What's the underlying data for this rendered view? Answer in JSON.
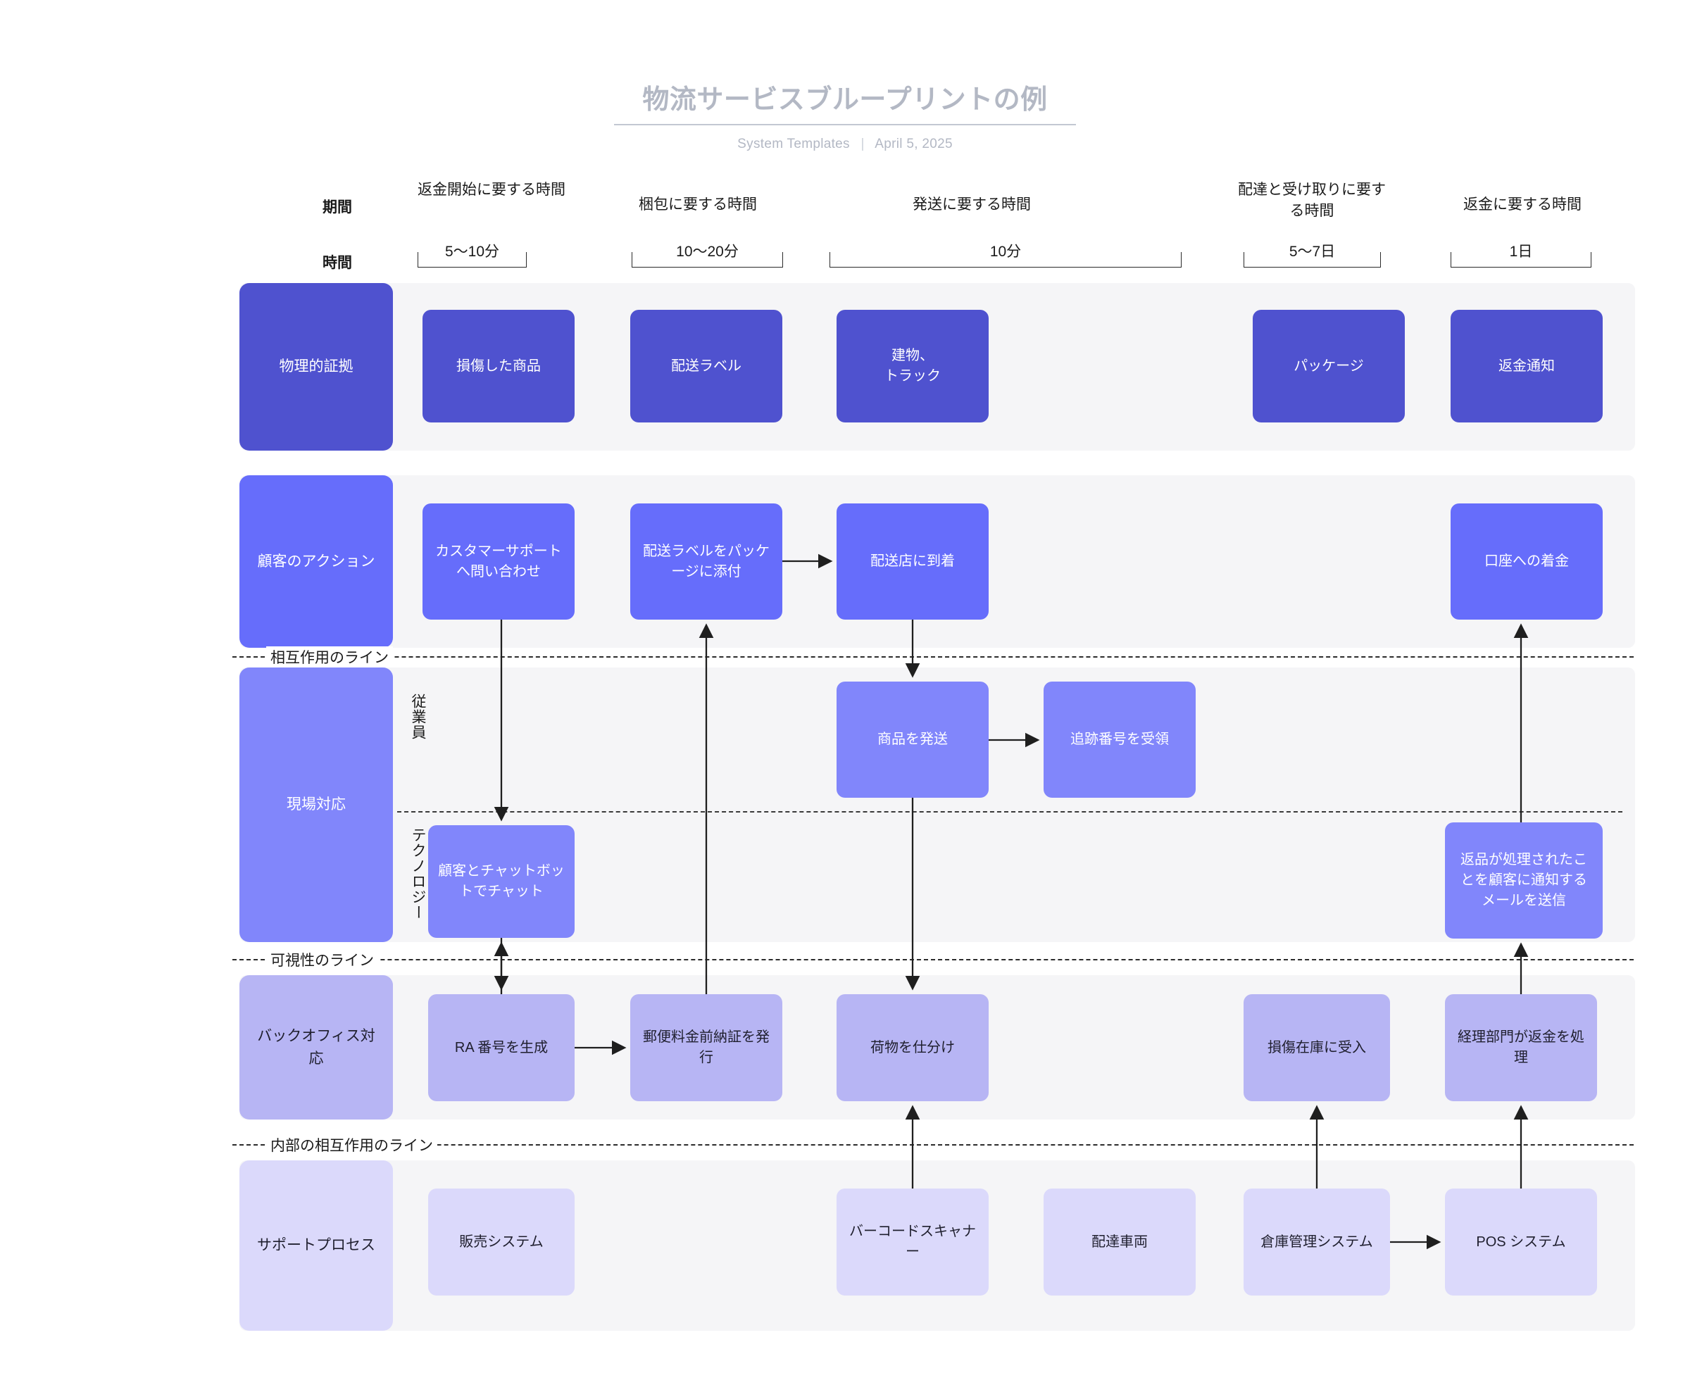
{
  "header": {
    "title": "物流サービスブループリントの例",
    "source": "System Templates",
    "divider": "|",
    "date": "April 5, 2025"
  },
  "timeline": {
    "row_labels": {
      "period": "期間",
      "time": "時間"
    },
    "columns": [
      {
        "period": "返金開始に要する時間",
        "time": "5〜10分"
      },
      {
        "period": "梱包に要する時間",
        "time": "10〜20分"
      },
      {
        "period": "発送に要する時間",
        "time": "10分"
      },
      {
        "period": "配達と受け取りに要する時間",
        "time": "5〜7日"
      },
      {
        "period": "返金に要する時間",
        "time": "1日"
      }
    ]
  },
  "colors": {
    "band_bg": "#f5f5f7",
    "evidence": "#4f52cf",
    "customer": "#666dfb",
    "onstage": "#8186fb",
    "backoffice": "#b7b5f4",
    "support": "#dbd9fb",
    "title_text": "#b3b8c4",
    "line": "#2b2b2b"
  },
  "lanes": [
    {
      "name": "physical-evidence",
      "label": "物理的証拠"
    },
    {
      "name": "customer-actions",
      "label": "顧客のアクション"
    },
    {
      "name": "onstage",
      "label": "現場対応"
    },
    {
      "name": "backstage",
      "label": "バックオフィス対応"
    },
    {
      "name": "support-process",
      "label": "サポートプロセス"
    }
  ],
  "sublanes": {
    "employee": "従業員",
    "technology": "テクノロジー"
  },
  "divider_lines": [
    {
      "name": "interaction-line",
      "label": "相互作用のライン"
    },
    {
      "name": "visibility-line",
      "label": "可視性のライン"
    },
    {
      "name": "internal-interaction-line",
      "label": "内部の相互作用のライン"
    }
  ],
  "cards": {
    "evidence": [
      {
        "label": "損傷した商品"
      },
      {
        "label": "配送ラベル"
      },
      {
        "label": "建物、\nトラック"
      },
      {
        "label": "パッケージ"
      },
      {
        "label": "返金通知"
      }
    ],
    "customer": [
      {
        "label": "カスタマーサポートへ問い合わせ"
      },
      {
        "label": "配送ラベルをパッケージに添付"
      },
      {
        "label": "配送店に到着"
      },
      {
        "label": "口座への着金"
      }
    ],
    "employee": [
      {
        "label": "商品を発送"
      },
      {
        "label": "追跡番号を受領"
      }
    ],
    "technology": [
      {
        "label": "顧客とチャットボットでチャット"
      },
      {
        "label": "返品が処理されたことを顧客に通知するメールを送信"
      }
    ],
    "backstage": [
      {
        "label": "RA 番号を生成"
      },
      {
        "label": "郵便料金前納証を発行"
      },
      {
        "label": "荷物を仕分け"
      },
      {
        "label": "損傷在庫に受入"
      },
      {
        "label": "経理部門が返金を処理"
      }
    ],
    "support": [
      {
        "label": "販売システム"
      },
      {
        "label": "バーコードスキャナー"
      },
      {
        "label": "配達車両"
      },
      {
        "label": "倉庫管理システム"
      },
      {
        "label": "POS システム"
      }
    ]
  }
}
